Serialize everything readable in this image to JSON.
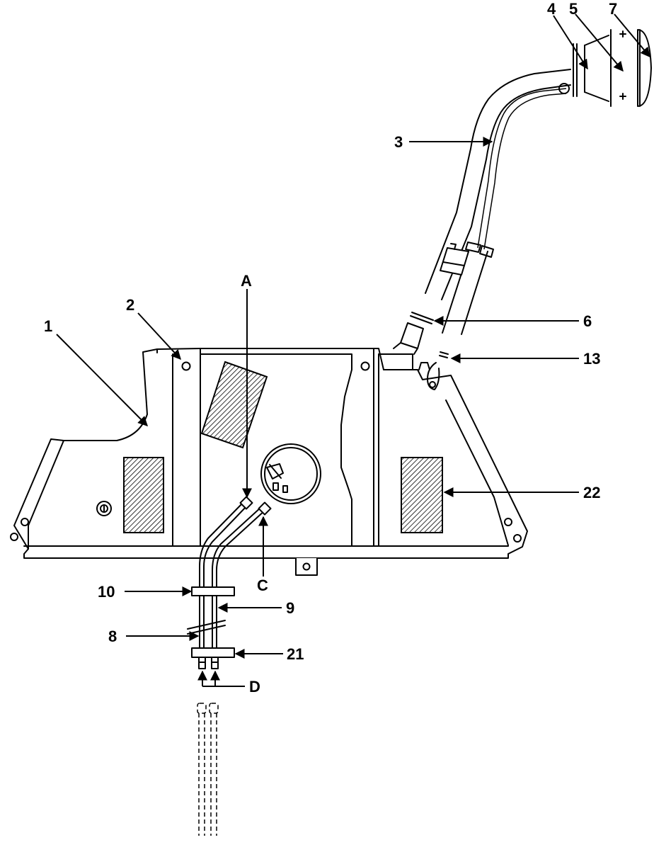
{
  "diagram": {
    "labels": {
      "l1": "1",
      "l2": "2",
      "l3": "3",
      "l4": "4",
      "l5": "5",
      "l6": "6",
      "l7": "7",
      "l8": "8",
      "l9": "9",
      "l10": "10",
      "l13": "13",
      "l21": "21",
      "l22": "22",
      "lA": "A",
      "lC": "C",
      "lD": "D"
    }
  }
}
